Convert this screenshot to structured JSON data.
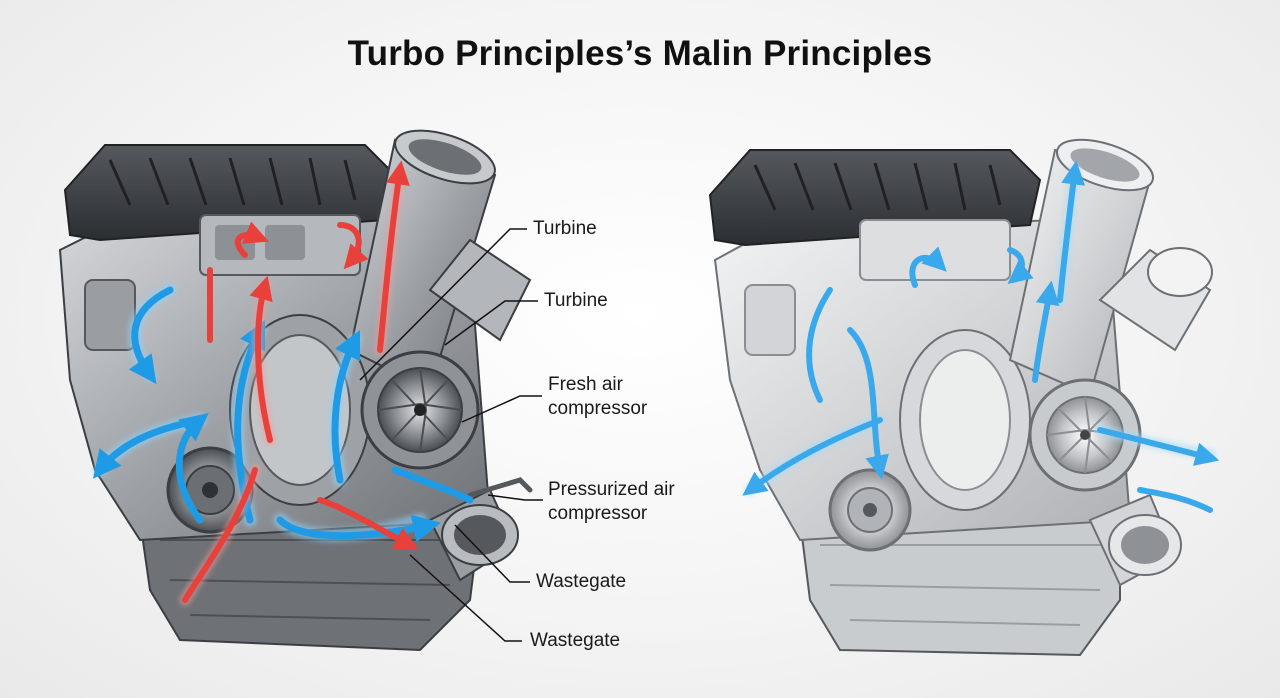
{
  "title": "Turbo Principles’s Malin Principles",
  "callouts": [
    {
      "id": "turbine-1",
      "text": "Turbine"
    },
    {
      "id": "turbine-2",
      "text": "Turbine"
    },
    {
      "id": "fresh-air",
      "line1": "Fresh air",
      "line2": "compressor"
    },
    {
      "id": "pressurized",
      "line1": "Pressurized air",
      "line2": "compressor"
    },
    {
      "id": "wastegate-1",
      "text": "Wastegate"
    },
    {
      "id": "wastegate-2",
      "text": "Wastegate"
    }
  ],
  "colors": {
    "exhaust_flow": "#e8413c",
    "intake_flow": "#1f9be6",
    "engine_dark": "#3a3d42",
    "engine_metal": "#a9adb2"
  }
}
